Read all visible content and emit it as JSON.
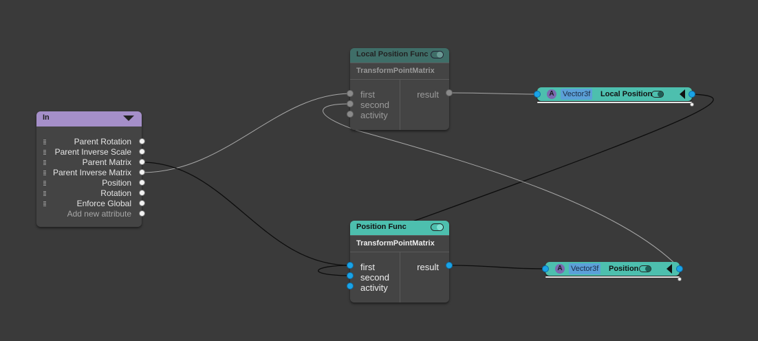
{
  "colors": {
    "background": "#3a3a3a",
    "in_header": "#a58fc9",
    "func_header_active": "#4dbfae",
    "func_header_inactive": "#3f6e68",
    "port_blue": "#1aa3e6",
    "type_badge": "#5ba0d8"
  },
  "in_node": {
    "title": "In",
    "attributes": [
      "Parent Rotation",
      "Parent Inverse Scale",
      "Parent Matrix",
      "Parent Inverse Matrix",
      "Position",
      "Rotation",
      "Enforce Global"
    ],
    "add_attribute": "Add new attribute"
  },
  "local_position_func": {
    "title": "Local Position Func",
    "subtitle": "TransformPointMatrix",
    "inputs": [
      "first",
      "second",
      "activity"
    ],
    "output": "result"
  },
  "position_func": {
    "title": "Position Func",
    "subtitle": "TransformPointMatrix",
    "inputs": [
      "first",
      "second",
      "activity"
    ],
    "output": "result"
  },
  "local_position_output": {
    "badge": "A",
    "type": "Vector3f",
    "name": "Local Position"
  },
  "position_output": {
    "badge": "A",
    "type": "Vector3f",
    "name": "Position"
  },
  "icons": [
    "dropdown-triangle-icon",
    "toggle-icon",
    "grip-icon",
    "collapse-triangle-icon"
  ]
}
